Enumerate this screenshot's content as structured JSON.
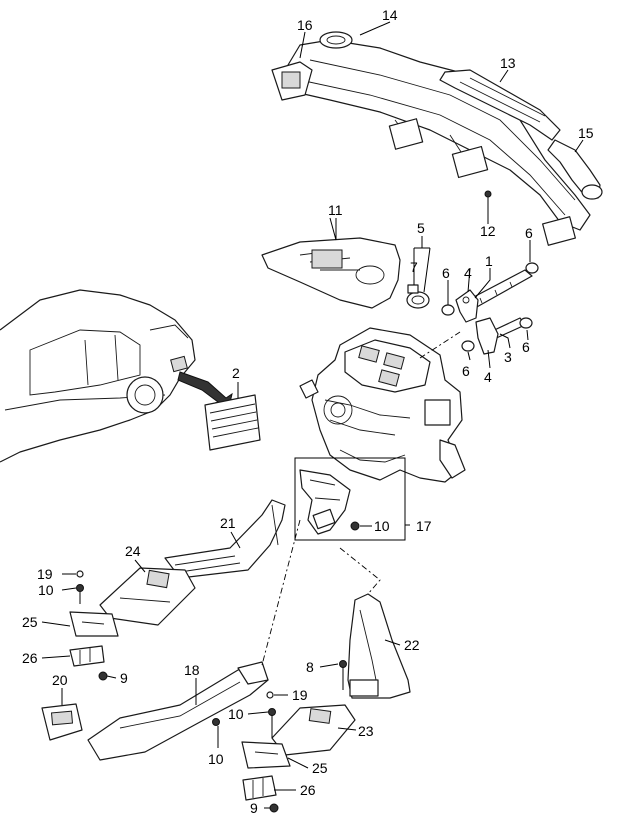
{
  "callouts": {
    "c1": "1",
    "c2": "2",
    "c3": "3",
    "c4a": "4",
    "c4b": "4",
    "c5": "5",
    "c6a": "6",
    "c6b": "6",
    "c6c": "6",
    "c6d": "6",
    "c7": "7",
    "c8": "8",
    "c9a": "9",
    "c9b": "9",
    "c10a": "10",
    "c10b": "10",
    "c10c": "10",
    "c10d": "10",
    "c11": "11",
    "c12": "12",
    "c13": "13",
    "c14": "14",
    "c15": "15",
    "c16": "16",
    "c17": "17",
    "c18": "18",
    "c19a": "19",
    "c19b": "19",
    "c20": "20",
    "c21": "21",
    "c22": "22",
    "c23": "23",
    "c24": "24",
    "c25a": "25",
    "c25b": "25",
    "c26a": "26",
    "c26b": "26"
  }
}
